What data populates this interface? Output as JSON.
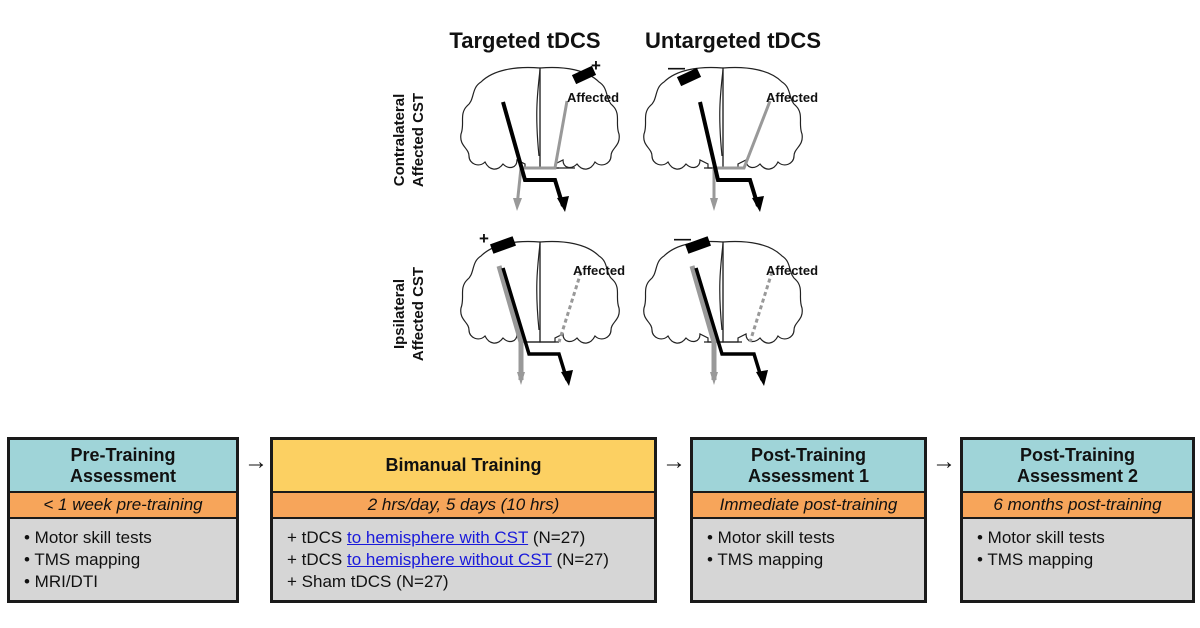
{
  "figure": {
    "column_titles": [
      "Targeted tDCS",
      "Untargeted tDCS"
    ],
    "row_labels": [
      {
        "line1": "Contralateral",
        "line2": "Affected CST"
      },
      {
        "line1": "Ipsilateral",
        "line2": "Affected CST"
      }
    ],
    "affected_label": "Affected",
    "panels": [
      {
        "polarity": "+",
        "electrode": "right"
      },
      {
        "polarity": "—",
        "electrode": "left"
      },
      {
        "polarity": "+",
        "electrode": "left"
      },
      {
        "polarity": "—",
        "electrode": "left"
      }
    ]
  },
  "flow": {
    "arrow_glyph": "→",
    "steps": [
      {
        "title_line1": "Pre-Training",
        "title_line2": "Assessment",
        "subtitle": "< 1 week pre-training",
        "header_color": "#9fd4d8",
        "items": [
          "• Motor skill tests",
          "• TMS mapping",
          "• MRI/DTI"
        ]
      },
      {
        "title_line1": "Bimanual Training",
        "subtitle": "2 hrs/day, 5 days (10 hrs)",
        "header_color": "#fcd062",
        "items": [
          {
            "prefix": "+ tDCS ",
            "link": "to hemisphere with CST",
            "suffix": " (N=27)"
          },
          {
            "prefix": "+ tDCS ",
            "link": "to hemisphere without CST",
            "suffix": " (N=27)"
          },
          {
            "prefix": "+ Sham tDCS (N=27)"
          }
        ]
      },
      {
        "title_line1": "Post-Training",
        "title_line2": "Assessment 1",
        "subtitle": "Immediate post-training",
        "header_color": "#9fd4d8",
        "items": [
          "• Motor skill tests",
          "• TMS mapping"
        ]
      },
      {
        "title_line1": "Post-Training",
        "title_line2": "Assessment 2",
        "subtitle": "6 months post-training",
        "header_color": "#9fd4d8",
        "items": [
          "• Motor skill tests",
          "• TMS mapping"
        ]
      }
    ]
  }
}
